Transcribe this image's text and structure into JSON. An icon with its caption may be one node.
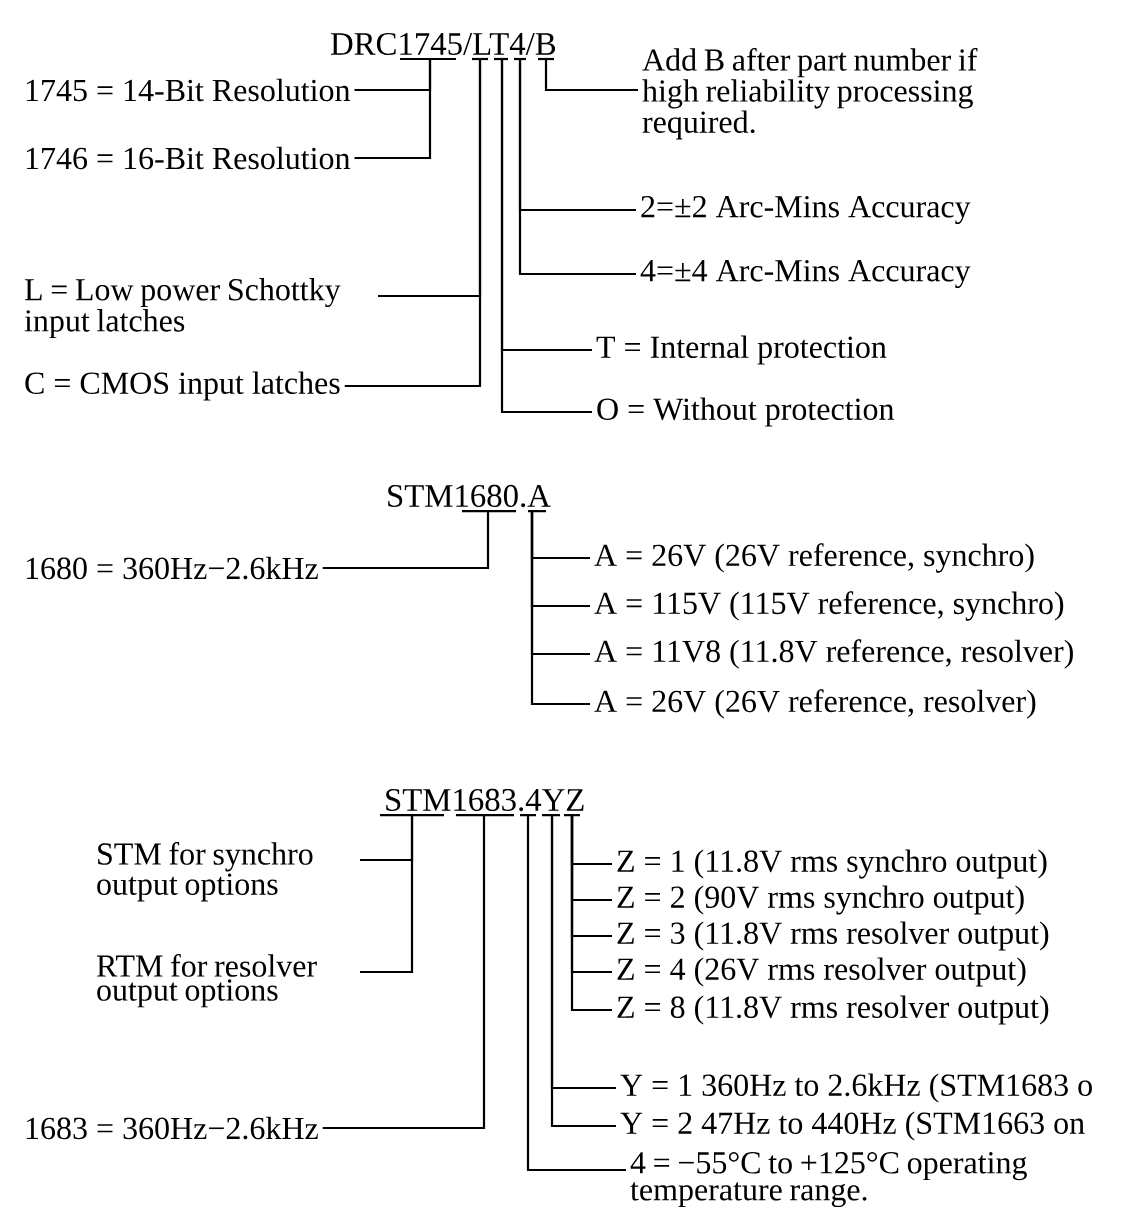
{
  "diagram": {
    "nodes": [
      {
        "text": [
          "DRC1745/LT4/B"
        ]
      },
      {
        "text": [
          "1745 = 14-Bit Resolution"
        ]
      },
      {
        "text": [
          "1746 = 16-Bit Resolution"
        ]
      },
      {
        "text": [
          "Add B after part number if high reliability processing required."
        ]
      },
      {
        "text": [
          "2=±2 Arc-Mins Accuracy"
        ]
      },
      {
        "text": [
          "4=±4 Arc-Mins Accuracy"
        ]
      },
      {
        "text": [
          "L = Low power Schottky input latches"
        ]
      },
      {
        "text": [
          "C = CMOS input latches"
        ]
      },
      {
        "text": [
          "T = Internal protection"
        ]
      },
      {
        "text": [
          "O = Without protection"
        ]
      },
      {
        "text": [
          "STM1680.A"
        ]
      },
      {
        "text": [
          "1680 = 360Hz−2.6kHz"
        ]
      },
      {
        "text": [
          "A = 26V (26V reference, synchro)"
        ]
      },
      {
        "text": [
          "A = 115V (115V reference, synchro)"
        ]
      },
      {
        "text": [
          "A = 11V8 (11.8V reference, resolver)"
        ]
      },
      {
        "text": [
          "A = 26V (26V reference, resolver)"
        ]
      },
      {
        "text": [
          "STM1683.4YZ"
        ]
      },
      {
        "text": [
          "STM for synchro output options"
        ]
      },
      {
        "text": [
          "RTM for resolver output options"
        ]
      },
      {
        "text": [
          "1683 = 360Hz−2.6kHz"
        ]
      },
      {
        "text": [
          "Z = 1 (11.8V rms synchro output)"
        ]
      },
      {
        "text": [
          "Z = 2 (90V rms synchro output)"
        ]
      },
      {
        "text": [
          "Z = 3 (11.8V rms resolver output)"
        ]
      },
      {
        "text": [
          "Z = 4 (26V rms resolver output)"
        ]
      },
      {
        "text": [
          "Z = 8 (11.8V rms resolver output)"
        ]
      },
      {
        "text": [
          "Y = 1 360Hz to 2.6kHz (STM1683 o"
        ]
      },
      {
        "text": [
          "Y = 2 47Hz to 440Hz (STM1663 on"
        ]
      },
      {
        "text": [
          "4 = −55°C to +125°C operating temperature range."
        ]
      }
    ],
    "edges": [
      {
        "from": 1,
        "to": 0,
        "arrow": "none"
      },
      {
        "from": 2,
        "to": 0,
        "arrow": "none"
      },
      {
        "from": 3,
        "to": 0,
        "arrow": "none"
      },
      {
        "from": 4,
        "to": 0,
        "arrow": "none"
      },
      {
        "from": 5,
        "to": 0,
        "arrow": "none"
      },
      {
        "from": 6,
        "to": 0,
        "arrow": "none"
      },
      {
        "from": 7,
        "to": 0,
        "arrow": "none"
      },
      {
        "from": 8,
        "to": 0,
        "arrow": "none"
      },
      {
        "from": 9,
        "to": 0,
        "arrow": "none"
      },
      {
        "from": 11,
        "to": 10,
        "arrow": "none"
      },
      {
        "from": 12,
        "to": 10,
        "arrow": "none"
      },
      {
        "from": 13,
        "to": 10,
        "arrow": "none"
      },
      {
        "from": 14,
        "to": 10,
        "arrow": "none"
      },
      {
        "from": 15,
        "to": 10,
        "arrow": "none"
      },
      {
        "from": 17,
        "to": 16,
        "arrow": "none"
      },
      {
        "from": 18,
        "to": 16,
        "arrow": "none"
      },
      {
        "from": 19,
        "to": 16,
        "arrow": "none"
      },
      {
        "from": 20,
        "to": 16,
        "arrow": "none"
      },
      {
        "from": 21,
        "to": 16,
        "arrow": "none"
      },
      {
        "from": 22,
        "to": 16,
        "arrow": "none"
      },
      {
        "from": 23,
        "to": 16,
        "arrow": "none"
      },
      {
        "from": 24,
        "to": 16,
        "arrow": "none"
      },
      {
        "from": 25,
        "to": 16,
        "arrow": "none"
      },
      {
        "from": 26,
        "to": 16,
        "arrow": "none"
      },
      {
        "from": 27,
        "to": 16,
        "arrow": "none"
      }
    ]
  }
}
